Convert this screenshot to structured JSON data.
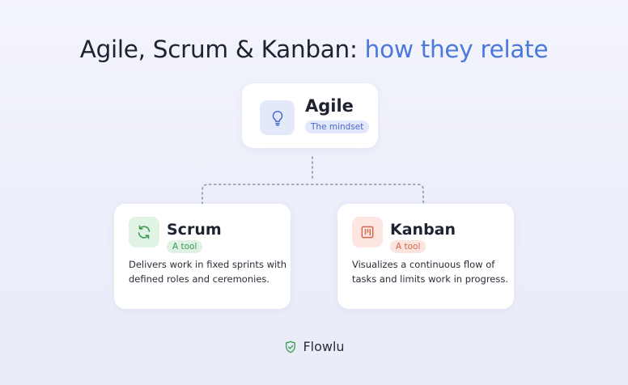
{
  "title": {
    "main": "Agile, Scrum & Kanban: ",
    "accent": "how they relate"
  },
  "agile": {
    "title": "Agile",
    "tag": "The mindset",
    "icon": "lightbulb-icon"
  },
  "scrum": {
    "title": "Scrum",
    "tag": "A tool",
    "icon": "refresh-cycle-icon",
    "description": "Delivers work in fixed sprints with defined roles and ceremonies."
  },
  "kanban": {
    "title": "Kanban",
    "tag": "A tool",
    "icon": "kanban-board-icon",
    "description": "Visualizes a continuous flow of tasks and limits work in progress."
  },
  "footer": {
    "brand": "Flowlu",
    "icon": "check-shield-icon"
  },
  "colors": {
    "accent": "#4a78dd",
    "agile_tint": "#e3e8fb",
    "scrum_tint": "#e0f3e4",
    "scrum_green": "#3b9a55",
    "kanban_tint": "#fde6e1",
    "kanban_red": "#d2674f",
    "connector": "#8a93ad"
  }
}
